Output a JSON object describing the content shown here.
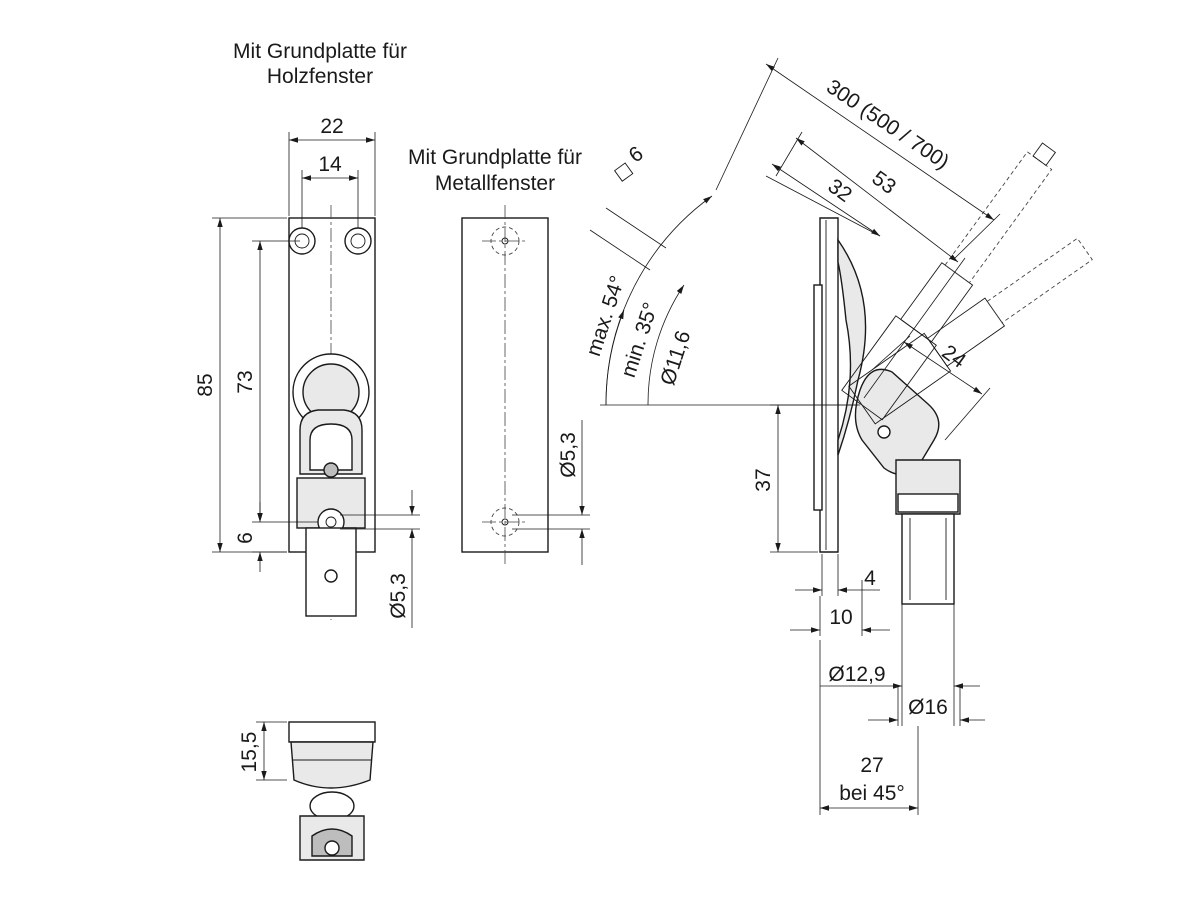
{
  "labels": {
    "wood_title_line1": "Mit Grundplatte für",
    "wood_title_line2": "Holzfenster",
    "metal_title_line1": "Mit Grundplatte für",
    "metal_title_line2": "Metallfenster"
  },
  "dimensions": {
    "width_22": "22",
    "width_14": "14",
    "height_85": "85",
    "height_73": "73",
    "offset_6": "6",
    "hole_d53_wood": "Ø5,3",
    "hole_d53_metal": "Ø5,3",
    "height_155": "15,5",
    "square_6": "6",
    "length_300": "300 (500 / 700)",
    "length_53": "53",
    "length_32": "32",
    "angle_max": "max. 54°",
    "angle_min": "min. 35°",
    "diam_116": "Ø11,6",
    "length_24": "24",
    "height_37": "37",
    "thick_4": "4",
    "thick_10": "10",
    "diam_129": "Ø12,9",
    "diam_16": "Ø16",
    "dist_27": "27",
    "at_45": "bei 45°"
  }
}
